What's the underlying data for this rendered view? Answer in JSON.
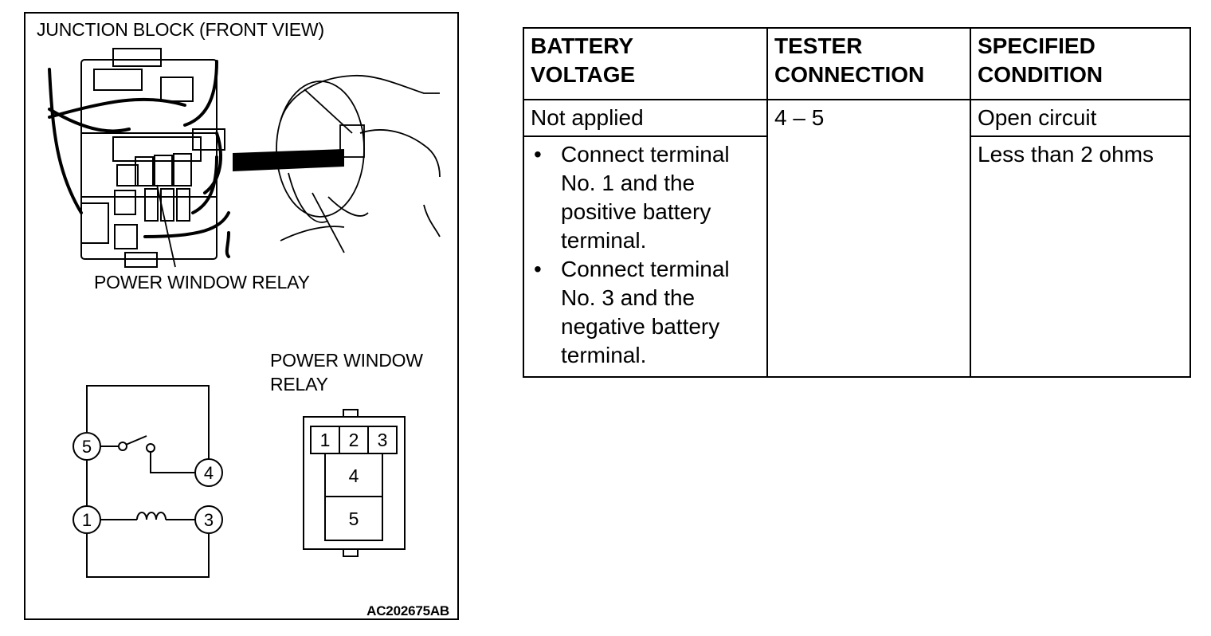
{
  "figure": {
    "junction_block_label": "JUNCTION BLOCK (FRONT VIEW)",
    "relay_callout_label": "POWER WINDOW RELAY",
    "relay_face_label_line1": "POWER WINDOW",
    "relay_face_label_line2": "RELAY",
    "circuit_terminals": [
      "5",
      "4",
      "1",
      "3"
    ],
    "connector_top_pins": [
      "1",
      "2",
      "3"
    ],
    "connector_lower_pins": [
      "4",
      "5"
    ],
    "figure_code": "AC202675AB"
  },
  "table": {
    "headers": [
      [
        "BATTERY",
        "VOLTAGE"
      ],
      [
        "TESTER",
        "CONNECTION"
      ],
      [
        "SPECIFIED",
        "CONDITION"
      ]
    ],
    "row1": {
      "battery_voltage": "Not applied",
      "tester_connection": "4 – 5",
      "specified_condition": "Open circuit"
    },
    "row2": {
      "battery_voltage_steps": [
        [
          "Connect terminal",
          "No. 1 and the",
          "positive battery",
          "terminal."
        ],
        [
          "Connect terminal",
          "No. 3 and the",
          "negative battery",
          "terminal."
        ]
      ],
      "specified_condition": "Less than 2 ohms"
    }
  }
}
